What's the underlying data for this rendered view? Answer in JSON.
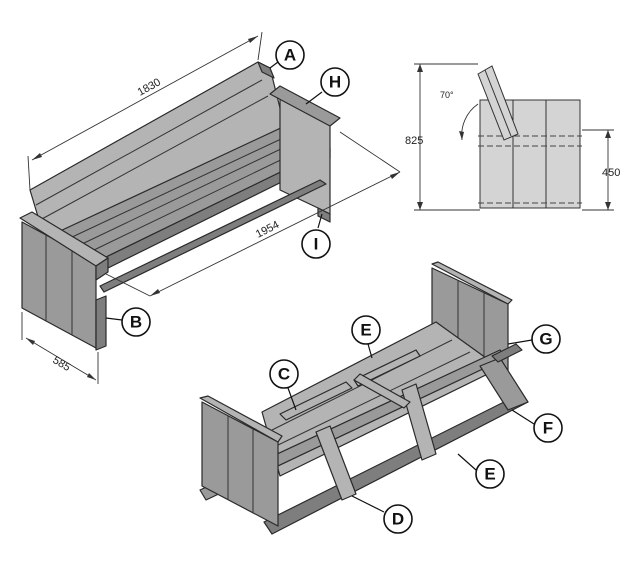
{
  "dimensions": {
    "length": "1830",
    "depth": "1954",
    "width": "585",
    "height": "825",
    "seat_height": "450",
    "angle": "70°"
  },
  "labels": {
    "A": "A",
    "B": "B",
    "C": "C",
    "D": "D",
    "E_top": "E",
    "E_bottom": "E",
    "F": "F",
    "G": "G",
    "H": "H",
    "I": "I"
  }
}
